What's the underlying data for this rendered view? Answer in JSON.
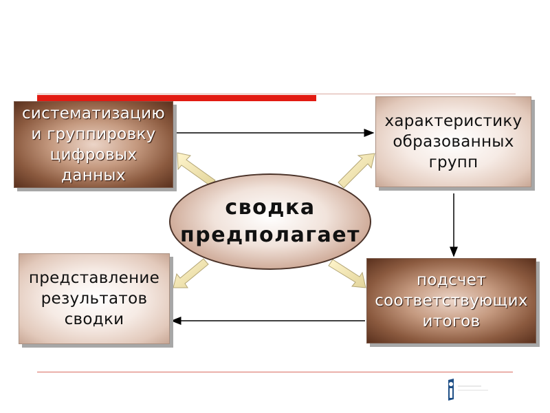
{
  "diagram": {
    "center": {
      "label": "сводка\nпредполагает"
    },
    "boxes": {
      "top_left": {
        "label": "систематизацию\nи группировку\nцифровых\nданных"
      },
      "top_right": {
        "label": "характеристику\nобразованных\nгрупп"
      },
      "bottom_right": {
        "label": "подсчет\nсоответствующих\nитогов"
      },
      "bottom_left": {
        "label": "представление\nрезультатов\nсводки"
      }
    }
  },
  "colors": {
    "accent_red": "#e21b12",
    "dark_box": "#8b5a3f",
    "light_box": "#f6ebe5"
  },
  "icons": {
    "logo": "emblem-logo"
  }
}
